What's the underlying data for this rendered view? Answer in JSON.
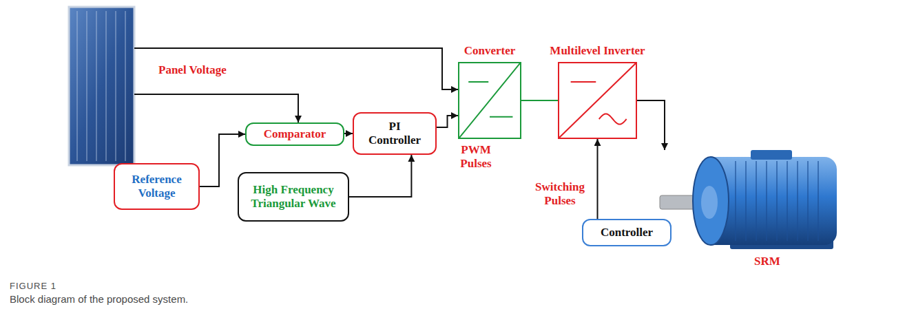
{
  "diagram": {
    "caption": "Block diagram of the proposed system.",
    "nodes": [
      {
        "text": [
          "Comparator"
        ]
      },
      {
        "text": [
          "PI Controller"
        ]
      },
      {
        "text": [
          "Reference Voltage"
        ]
      },
      {
        "text": [
          "High Frequency Triangular Wave"
        ]
      },
      {
        "text": [
          "Converter"
        ]
      },
      {
        "text": [
          "Multilevel Inverter"
        ]
      },
      {
        "text": [
          "Controller"
        ]
      },
      {
        "text": [
          "SRM"
        ]
      }
    ],
    "edges": [
      {
        "from": 2,
        "to": 0,
        "arrow": "to"
      },
      {
        "from": 0,
        "to": 1,
        "arrow": "to"
      },
      {
        "from": 3,
        "to": 1,
        "arrow": "to"
      },
      {
        "from": 1,
        "to": 4,
        "label": "PWM Pulses",
        "arrow": "to"
      },
      {
        "from": 4,
        "to": 5,
        "arrow": "none"
      },
      {
        "from": 6,
        "to": 5,
        "label": "Switching Pulses",
        "arrow": "to"
      },
      {
        "from": 5,
        "to": 7,
        "arrow": "to"
      }
    ],
    "labels": [
      "Panel Voltage",
      "FIGURE 1"
    ]
  }
}
